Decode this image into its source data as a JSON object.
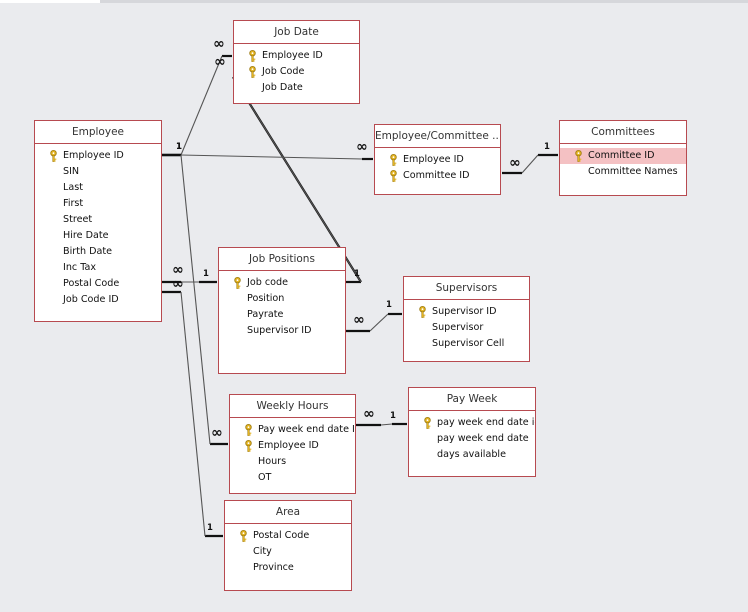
{
  "tables": {
    "job_date": {
      "title": "Job Date",
      "fields": [
        {
          "name": "Employee ID",
          "key": true
        },
        {
          "name": "Job Code",
          "key": true
        },
        {
          "name": "Job Date",
          "key": false
        }
      ]
    },
    "employee": {
      "title": "Employee",
      "fields": [
        {
          "name": "Employee ID",
          "key": true
        },
        {
          "name": "SIN",
          "key": false
        },
        {
          "name": "Last",
          "key": false
        },
        {
          "name": "First",
          "key": false
        },
        {
          "name": "Street",
          "key": false
        },
        {
          "name": "Hire Date",
          "key": false
        },
        {
          "name": "Birth Date",
          "key": false
        },
        {
          "name": "Inc Tax",
          "key": false
        },
        {
          "name": "Postal Code",
          "key": false
        },
        {
          "name": "Job Code ID",
          "key": false
        }
      ]
    },
    "employee_committee": {
      "title": "Employee/Committee ...",
      "fields": [
        {
          "name": "Employee ID",
          "key": true
        },
        {
          "name": "Committee ID",
          "key": true
        }
      ]
    },
    "committees": {
      "title": "Committees",
      "fields": [
        {
          "name": "Committee ID",
          "key": true,
          "selected": true
        },
        {
          "name": "Committee Names",
          "key": false
        }
      ]
    },
    "job_positions": {
      "title": "Job Positions",
      "fields": [
        {
          "name": "Job code",
          "key": true
        },
        {
          "name": "Position",
          "key": false
        },
        {
          "name": "Payrate",
          "key": false
        },
        {
          "name": "Supervisor ID",
          "key": false
        }
      ]
    },
    "supervisors": {
      "title": "Supervisors",
      "fields": [
        {
          "name": "Supervisor ID",
          "key": true
        },
        {
          "name": "Supervisor",
          "key": false
        },
        {
          "name": "Supervisor Cell",
          "key": false
        }
      ]
    },
    "weekly_hours": {
      "title": "Weekly Hours",
      "fields": [
        {
          "name": "Pay week end date ID",
          "key": true
        },
        {
          "name": "Employee ID",
          "key": true
        },
        {
          "name": "Hours",
          "key": false
        },
        {
          "name": "OT",
          "key": false
        }
      ]
    },
    "pay_week": {
      "title": "Pay Week",
      "fields": [
        {
          "name": "pay week end date id",
          "key": true
        },
        {
          "name": "pay week end date",
          "key": false
        },
        {
          "name": "days available",
          "key": false
        }
      ]
    },
    "area": {
      "title": "Area",
      "fields": [
        {
          "name": "Postal Code",
          "key": true
        },
        {
          "name": "City",
          "key": false
        },
        {
          "name": "Province",
          "key": false
        }
      ]
    }
  },
  "relationships": [
    {
      "from": "employee",
      "to": "job_date",
      "one": "1",
      "many": "∞"
    },
    {
      "from": "job_positions",
      "to": "job_date",
      "one": "1",
      "many": "∞"
    },
    {
      "from": "employee",
      "to": "employee_committee",
      "one": "1",
      "many": "∞"
    },
    {
      "from": "committees",
      "to": "employee_committee",
      "one": "1",
      "many": "∞"
    },
    {
      "from": "job_positions",
      "to": "employee",
      "one": "1",
      "many": "∞"
    },
    {
      "from": "supervisors",
      "to": "job_positions",
      "one": "1",
      "many": "∞"
    },
    {
      "from": "employee",
      "to": "weekly_hours",
      "one": "1",
      "many": "∞"
    },
    {
      "from": "pay_week",
      "to": "weekly_hours",
      "one": "1",
      "many": "∞"
    },
    {
      "from": "area",
      "to": "employee",
      "one": "1",
      "many": "∞"
    }
  ],
  "colors": {
    "background": "#eaebee",
    "table_border": "#b74a50",
    "selected_row": "#f4c1c3",
    "key_icon": "#e3b321",
    "line": "#555555"
  }
}
